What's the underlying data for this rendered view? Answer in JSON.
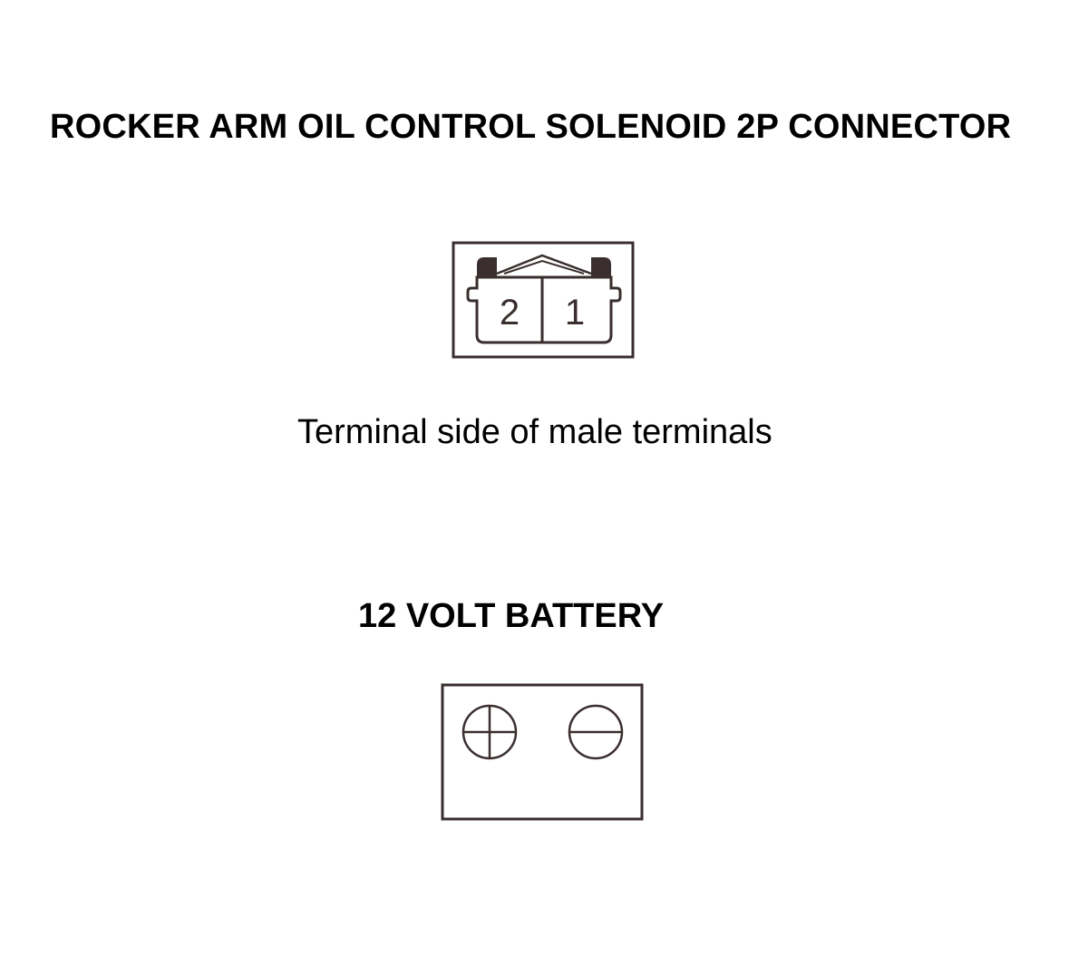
{
  "connector": {
    "title": "ROCKER ARM OIL CONTROL SOLENOID 2P CONNECTOR",
    "caption": "Terminal side of male terminals",
    "pins": [
      "2",
      "1"
    ]
  },
  "battery": {
    "title": "12 VOLT BATTERY",
    "positive_terminal_icon": "plus-circle-icon",
    "negative_terminal_icon": "minus-circle-icon"
  },
  "colors": {
    "text": "#000000",
    "line": "#3a2e2e",
    "background": "#ffffff"
  }
}
